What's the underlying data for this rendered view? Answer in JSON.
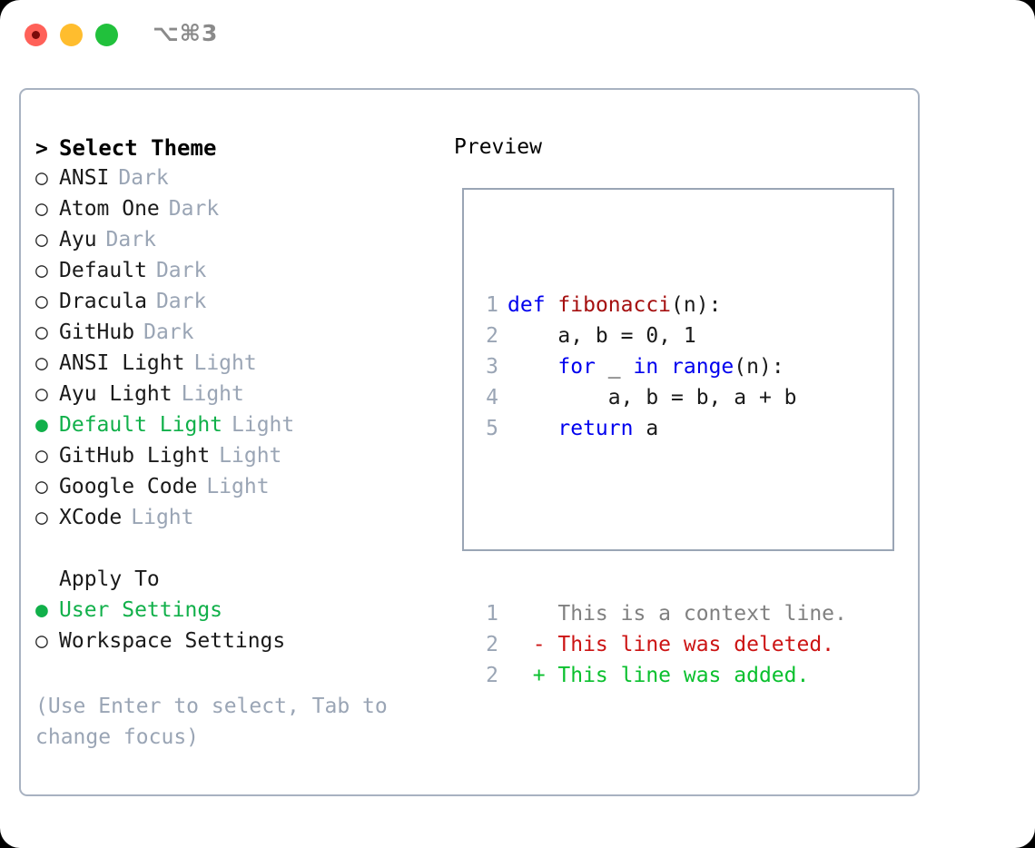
{
  "window": {
    "shortcut_label": "⌥⌘3",
    "traffic_lights": [
      {
        "name": "close",
        "color": "#ff6159"
      },
      {
        "name": "minimize",
        "color": "#ffbd2e"
      },
      {
        "name": "maximize",
        "color": "#21c13c"
      }
    ]
  },
  "theme_picker": {
    "header_marker": ">",
    "header_label": "Select Theme",
    "marker_unselected": "○",
    "marker_selected": "●",
    "items": [
      {
        "marker": "○",
        "label": "ANSI",
        "tag": "Dark",
        "selected": false
      },
      {
        "marker": "○",
        "label": "Atom One",
        "tag": "Dark",
        "selected": false
      },
      {
        "marker": "○",
        "label": "Ayu",
        "tag": "Dark",
        "selected": false
      },
      {
        "marker": "○",
        "label": "Default",
        "tag": "Dark",
        "selected": false
      },
      {
        "marker": "○",
        "label": "Dracula",
        "tag": "Dark",
        "selected": false
      },
      {
        "marker": "○",
        "label": "GitHub",
        "tag": "Dark",
        "selected": false
      },
      {
        "marker": "○",
        "label": "ANSI Light",
        "tag": "Light",
        "selected": false
      },
      {
        "marker": "○",
        "label": "Ayu Light",
        "tag": "Light",
        "selected": false
      },
      {
        "marker": "●",
        "label": "Default Light",
        "tag": "Light",
        "selected": true
      },
      {
        "marker": "○",
        "label": "GitHub Light",
        "tag": "Light",
        "selected": false
      },
      {
        "marker": "○",
        "label": "Google Code",
        "tag": "Light",
        "selected": false
      },
      {
        "marker": "○",
        "label": "XCode",
        "tag": "Light",
        "selected": false
      }
    ]
  },
  "apply_to": {
    "title": "Apply To",
    "items": [
      {
        "marker": "●",
        "label": "User Settings",
        "selected": true
      },
      {
        "marker": "○",
        "label": "Workspace Settings",
        "selected": false
      }
    ]
  },
  "hint": "(Use Enter to select, Tab to change focus)",
  "preview": {
    "title": "Preview",
    "code_lines": [
      {
        "num": "1",
        "tokens": [
          {
            "t": "def",
            "c": "kw"
          },
          {
            "t": " ",
            "c": "pln"
          },
          {
            "t": "fibonacci",
            "c": "fn"
          },
          {
            "t": "(n):",
            "c": "pln"
          }
        ]
      },
      {
        "num": "2",
        "tokens": [
          {
            "t": "    a, b = 0, 1",
            "c": "pln"
          }
        ]
      },
      {
        "num": "3",
        "tokens": [
          {
            "t": "    ",
            "c": "pln"
          },
          {
            "t": "for",
            "c": "kw"
          },
          {
            "t": " _ ",
            "c": "pln"
          },
          {
            "t": "in",
            "c": "kw"
          },
          {
            "t": " ",
            "c": "pln"
          },
          {
            "t": "range",
            "c": "kw"
          },
          {
            "t": "(n):",
            "c": "pln"
          }
        ]
      },
      {
        "num": "4",
        "tokens": [
          {
            "t": "        a, b = b, a + b",
            "c": "pln"
          }
        ]
      },
      {
        "num": "5",
        "tokens": [
          {
            "t": "    ",
            "c": "pln"
          },
          {
            "t": "return",
            "c": "kw"
          },
          {
            "t": " a",
            "c": "pln"
          }
        ]
      }
    ],
    "diff_lines": [
      {
        "num": "1",
        "sign": " ",
        "text": " This is a context line.",
        "kind": "ctx"
      },
      {
        "num": "2",
        "sign": "-",
        "text": " This line was deleted.",
        "kind": "del"
      },
      {
        "num": "2",
        "sign": "+",
        "text": " This line was added.",
        "kind": "add"
      }
    ]
  },
  "colors": {
    "accent_green": "#11b04a",
    "muted": "#9aa5b5",
    "keyword_blue": "#0000ee",
    "function_red": "#a50f0f",
    "diff_delete": "#cc1414",
    "diff_add": "#0ac02e",
    "border": "#a8b2c1"
  }
}
